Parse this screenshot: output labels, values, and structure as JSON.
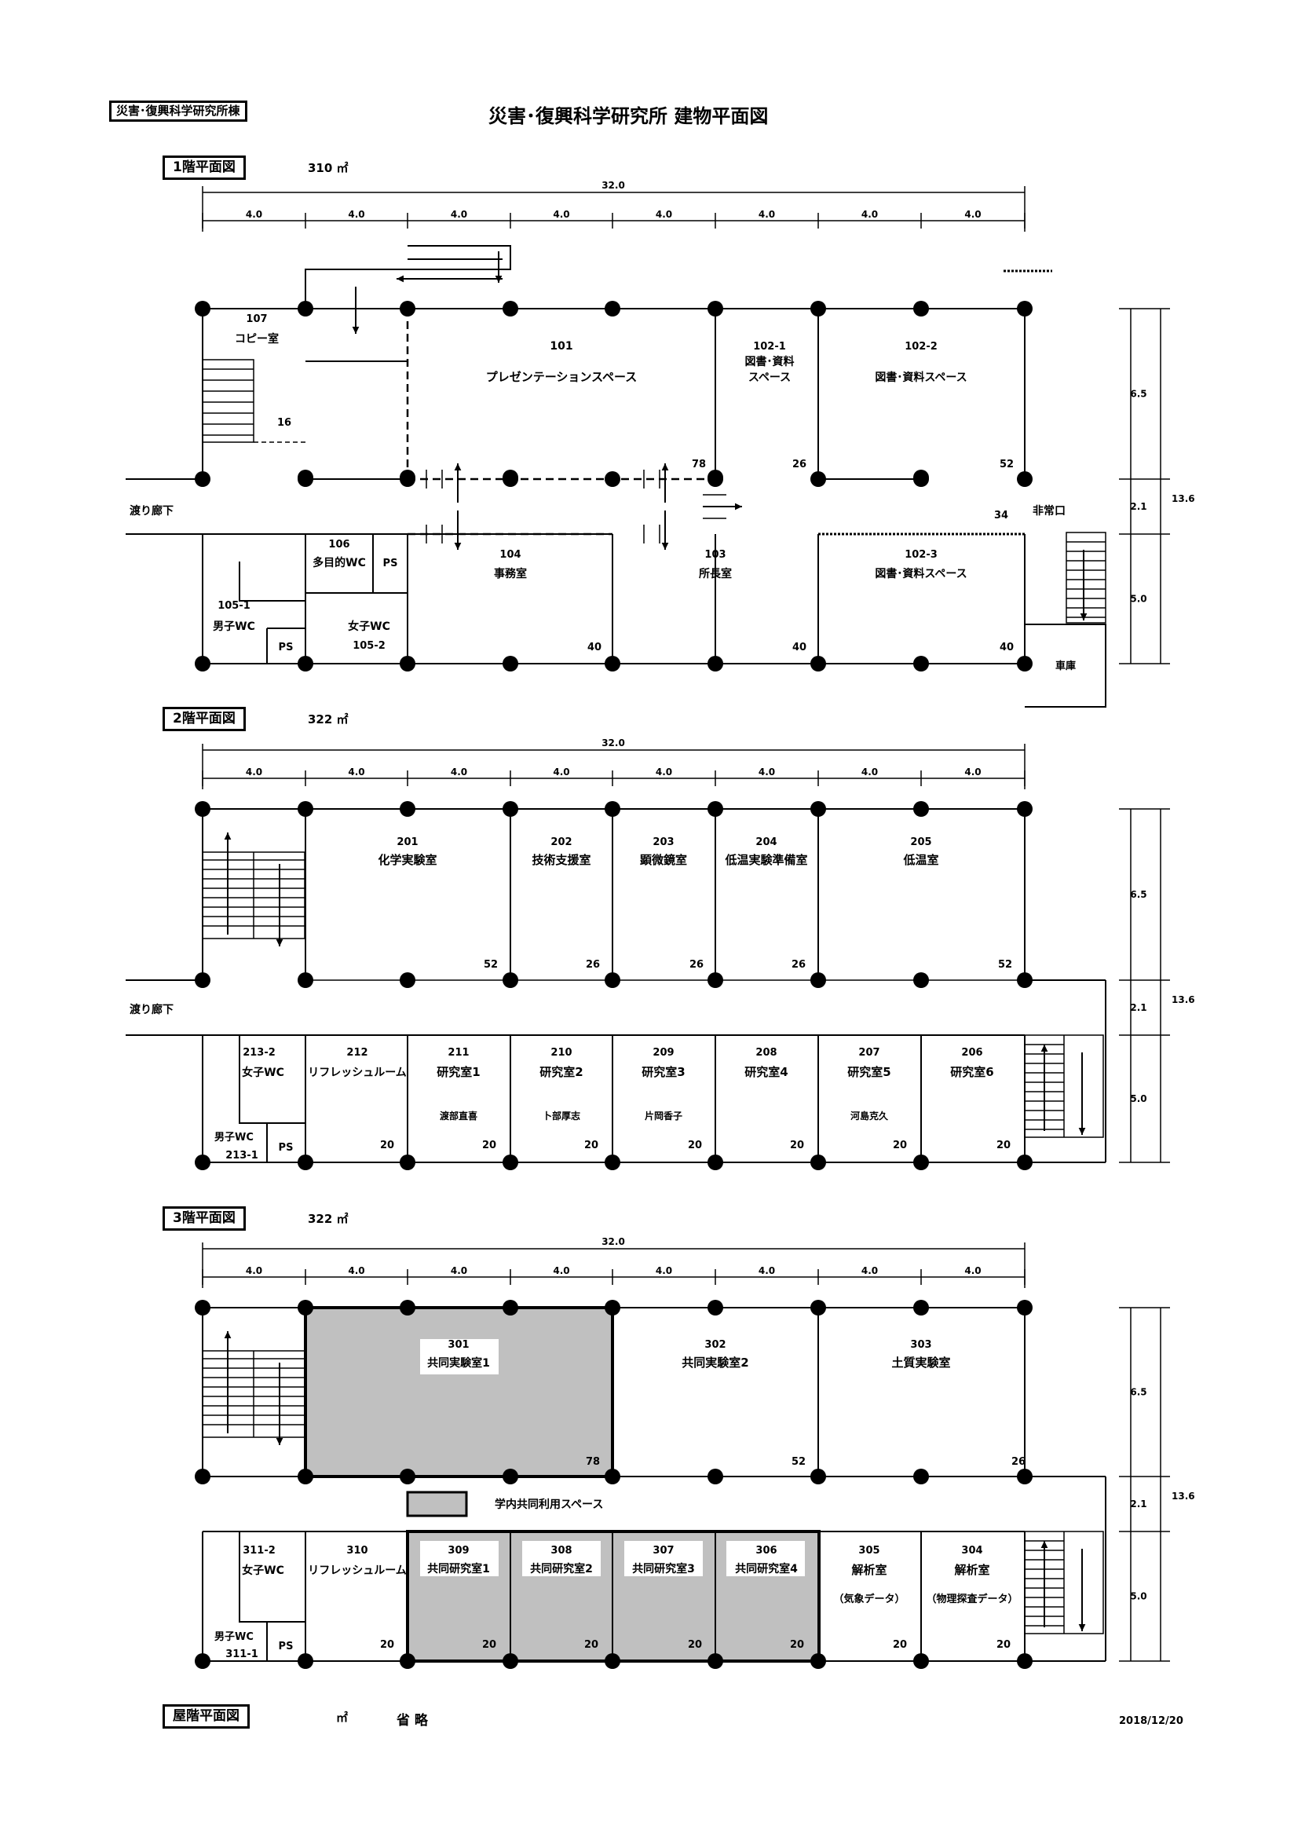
{
  "header": {
    "building_badge": "災害･復興科学研究所棟",
    "title": "災害･復興科学研究所 建物平面図",
    "date": "2018/12/20"
  },
  "dimensions": {
    "total_width": "32.0",
    "bay": "4.0",
    "depth_total": "13.6",
    "depth_rooms_north": "6.5",
    "depth_corridor": "2.1",
    "depth_rooms_south": "5.0"
  },
  "floors": [
    {
      "key": "f1",
      "label": "1階平面図",
      "area": "310 ㎡",
      "texts": [
        {
          "id": "107",
          "v": "107"
        },
        {
          "id": "107n",
          "v": "コピー室"
        },
        {
          "id": "16",
          "v": "16"
        },
        {
          "id": "101",
          "v": "101"
        },
        {
          "id": "101n",
          "v": "プレゼンテーションスペース"
        },
        {
          "id": "1021",
          "v": "102-1"
        },
        {
          "id": "1021n1",
          "v": "図書･資料"
        },
        {
          "id": "1021n2",
          "v": "スペース"
        },
        {
          "id": "1022",
          "v": "102-2"
        },
        {
          "id": "1022n",
          "v": "図書･資料スペース"
        },
        {
          "id": "78",
          "v": "78"
        },
        {
          "id": "26",
          "v": "26"
        },
        {
          "id": "52",
          "v": "52"
        },
        {
          "id": "corr",
          "v": "渡り廊下"
        },
        {
          "id": "exit",
          "v": "非常口"
        },
        {
          "id": "34",
          "v": "34"
        },
        {
          "id": "106",
          "v": "106"
        },
        {
          "id": "106n",
          "v": "多目的WC"
        },
        {
          "id": "ps1",
          "v": "PS"
        },
        {
          "id": "104",
          "v": "104"
        },
        {
          "id": "104n",
          "v": "事務室"
        },
        {
          "id": "103",
          "v": "103"
        },
        {
          "id": "103n",
          "v": "所長室"
        },
        {
          "id": "1023",
          "v": "102-3"
        },
        {
          "id": "1023n",
          "v": "図書･資料スペース"
        },
        {
          "id": "1051",
          "v": "105-1"
        },
        {
          "id": "1051n",
          "v": "男子WC"
        },
        {
          "id": "ps2",
          "v": "PS"
        },
        {
          "id": "1052n",
          "v": "女子WC"
        },
        {
          "id": "1052",
          "v": "105-2"
        },
        {
          "id": "40a",
          "v": "40"
        },
        {
          "id": "40b",
          "v": "40"
        },
        {
          "id": "40c",
          "v": "40"
        },
        {
          "id": "garage",
          "v": "車庫"
        }
      ]
    },
    {
      "key": "f2",
      "label": "2階平面図",
      "area": "322 ㎡",
      "texts": [
        {
          "id": "201",
          "v": "201"
        },
        {
          "id": "201n",
          "v": "化学実験室"
        },
        {
          "id": "202",
          "v": "202"
        },
        {
          "id": "202n",
          "v": "技術支援室"
        },
        {
          "id": "203",
          "v": "203"
        },
        {
          "id": "203n",
          "v": "顕微鏡室"
        },
        {
          "id": "204",
          "v": "204"
        },
        {
          "id": "204n",
          "v": "低温実験準備室"
        },
        {
          "id": "205",
          "v": "205"
        },
        {
          "id": "205n",
          "v": "低温室"
        },
        {
          "id": "52a",
          "v": "52"
        },
        {
          "id": "26a",
          "v": "26"
        },
        {
          "id": "26b",
          "v": "26"
        },
        {
          "id": "26c",
          "v": "26"
        },
        {
          "id": "52b",
          "v": "52"
        },
        {
          "id": "corr",
          "v": "渡り廊下"
        },
        {
          "id": "2132",
          "v": "213-2"
        },
        {
          "id": "2132n",
          "v": "女子WC"
        },
        {
          "id": "212",
          "v": "212"
        },
        {
          "id": "212n",
          "v": "リフレッシュルーム"
        },
        {
          "id": "211",
          "v": "211"
        },
        {
          "id": "211n",
          "v": "研究室1"
        },
        {
          "id": "211p",
          "v": "渡部直喜"
        },
        {
          "id": "210",
          "v": "210"
        },
        {
          "id": "210n",
          "v": "研究室2"
        },
        {
          "id": "210p",
          "v": "卜部厚志"
        },
        {
          "id": "209",
          "v": "209"
        },
        {
          "id": "209n",
          "v": "研究室3"
        },
        {
          "id": "209p",
          "v": "片岡香子"
        },
        {
          "id": "208",
          "v": "208"
        },
        {
          "id": "208n",
          "v": "研究室4"
        },
        {
          "id": "207",
          "v": "207"
        },
        {
          "id": "207n",
          "v": "研究室5"
        },
        {
          "id": "207p",
          "v": "河島克久"
        },
        {
          "id": "206",
          "v": "206"
        },
        {
          "id": "206n",
          "v": "研究室6"
        },
        {
          "id": "2131n",
          "v": "男子WC"
        },
        {
          "id": "2131",
          "v": "213-1"
        },
        {
          "id": "ps",
          "v": "PS"
        },
        {
          "id": "20a",
          "v": "20"
        },
        {
          "id": "20b",
          "v": "20"
        },
        {
          "id": "20c",
          "v": "20"
        },
        {
          "id": "20d",
          "v": "20"
        },
        {
          "id": "20e",
          "v": "20"
        },
        {
          "id": "20f",
          "v": "20"
        },
        {
          "id": "20g",
          "v": "20"
        }
      ]
    },
    {
      "key": "f3",
      "label": "3階平面図",
      "area": "322 ㎡",
      "texts": [
        {
          "id": "301",
          "v": "301"
        },
        {
          "id": "301n",
          "v": "共同実験室1"
        },
        {
          "id": "302",
          "v": "302"
        },
        {
          "id": "302n",
          "v": "共同実験室2"
        },
        {
          "id": "303",
          "v": "303"
        },
        {
          "id": "303n",
          "v": "土質実験室"
        },
        {
          "id": "78",
          "v": "78"
        },
        {
          "id": "52",
          "v": "52"
        },
        {
          "id": "26",
          "v": "26"
        },
        {
          "id": "legend",
          "v": "学内共同利用スペース"
        },
        {
          "id": "3112",
          "v": "311-2"
        },
        {
          "id": "3112n",
          "v": "女子WC"
        },
        {
          "id": "310",
          "v": "310"
        },
        {
          "id": "310n",
          "v": "リフレッシュルーム"
        },
        {
          "id": "309",
          "v": "309"
        },
        {
          "id": "309n",
          "v": "共同研究室1"
        },
        {
          "id": "308",
          "v": "308"
        },
        {
          "id": "308n",
          "v": "共同研究室2"
        },
        {
          "id": "307",
          "v": "307"
        },
        {
          "id": "307n",
          "v": "共同研究室3"
        },
        {
          "id": "306",
          "v": "306"
        },
        {
          "id": "306n",
          "v": "共同研究室4"
        },
        {
          "id": "305",
          "v": "305"
        },
        {
          "id": "305n",
          "v": "解析室"
        },
        {
          "id": "305s",
          "v": "（気象データ）"
        },
        {
          "id": "304",
          "v": "304"
        },
        {
          "id": "304n",
          "v": "解析室"
        },
        {
          "id": "304s",
          "v": "（物理探査データ）"
        },
        {
          "id": "3111n",
          "v": "男子WC"
        },
        {
          "id": "3111",
          "v": "311-1"
        },
        {
          "id": "ps",
          "v": "PS"
        },
        {
          "id": "20a",
          "v": "20"
        },
        {
          "id": "20b",
          "v": "20"
        },
        {
          "id": "20c",
          "v": "20"
        },
        {
          "id": "20d",
          "v": "20"
        },
        {
          "id": "20e",
          "v": "20"
        },
        {
          "id": "20f",
          "v": "20"
        },
        {
          "id": "20g",
          "v": "20"
        }
      ]
    }
  ],
  "roof": {
    "label": "屋階平面図",
    "area": "㎡",
    "note": "省 略"
  },
  "colors": {
    "shared_space": "#c0c0c0",
    "line": "#000000"
  }
}
